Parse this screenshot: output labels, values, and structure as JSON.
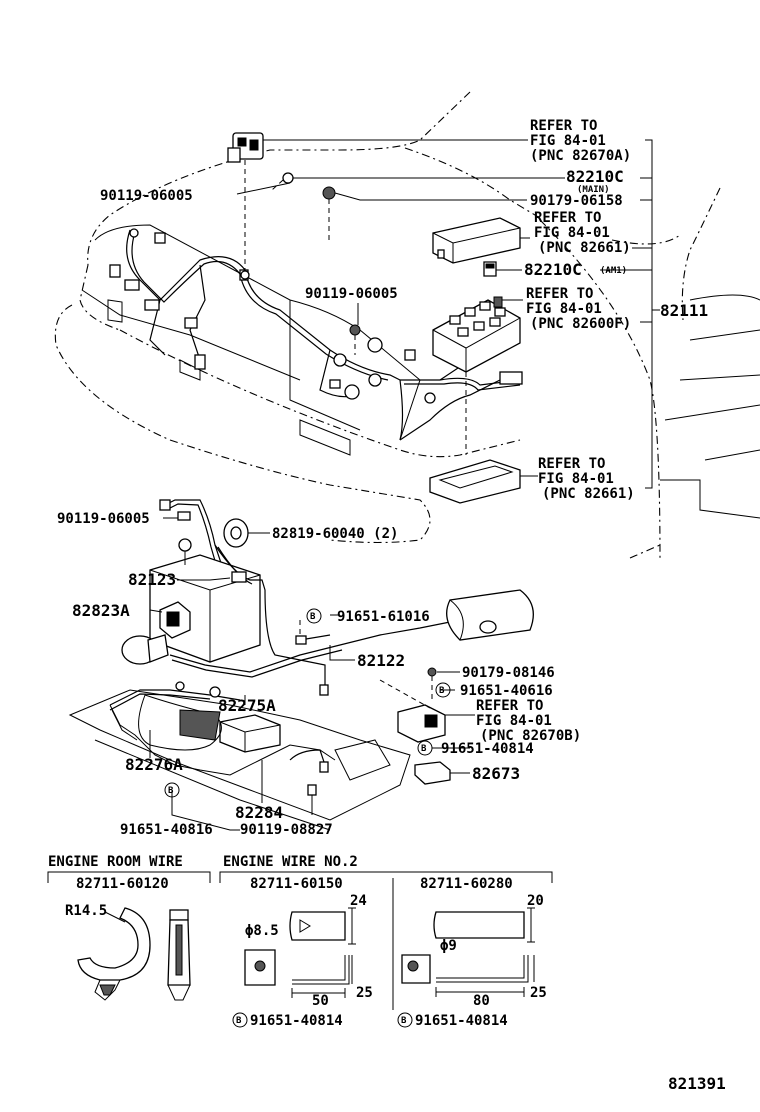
{
  "refer": {
    "r1": [
      "REFER TO",
      "FIG 84-01",
      "(PNC 82670A)"
    ],
    "r2": [
      "REFER TO",
      "FIG 84-01",
      "(PNC 82661)"
    ],
    "r3": [
      "REFER TO",
      "FIG 84-01",
      "(PNC 82600F)"
    ],
    "r4": [
      "REFER TO",
      "FIG 84-01",
      "(PNC 82661)"
    ],
    "r5": [
      "REFER TO",
      "FIG 84-01",
      "(PNC 82670B)"
    ]
  },
  "parts": {
    "p82210c_main": "82210C",
    "main_note": "(MAIN)",
    "p82210c_am1": "82210C",
    "am1_note": "(AM1)",
    "p90119_06005_a": "90119-06005",
    "p90119_06005_b": "90119-06005",
    "p90119_06005_c": "90119-06005",
    "p90179_06158": "90179-06158",
    "p82111": "82111",
    "p82819": "82819-60040 (2)",
    "p82123": "82123",
    "p82823a": "82823A",
    "p91651_61016": "91651-61016",
    "p82122": "82122",
    "p90179_08146": "90179-08146",
    "p91651_40616": "91651-40616",
    "p82275a": "82275A",
    "p91651_40814_a": "91651-40814",
    "p82276a": "82276A",
    "p82673": "82673",
    "p82284": "82284",
    "p91651_40816": "91651-40816",
    "p90119_08827": "90119-08827",
    "bolt_mark": "B"
  },
  "details": {
    "engine_room_wire": "ENGINE ROOM WIRE",
    "engine_wire_no2": "ENGINE  WIRE  NO.2",
    "pn_60120": "82711-60120",
    "pn_60150": "82711-60150",
    "pn_60280": "82711-60280",
    "r145": "R14.5",
    "d85": "ϕ8.5",
    "d9": "ϕ9",
    "dim24": "24",
    "dim20": "20",
    "dim50": "50",
    "dim80": "80",
    "dim25a": "25",
    "dim25b": "25",
    "bolt1": "91651-40814",
    "bolt2": "91651-40814"
  },
  "figure_number": "821391"
}
